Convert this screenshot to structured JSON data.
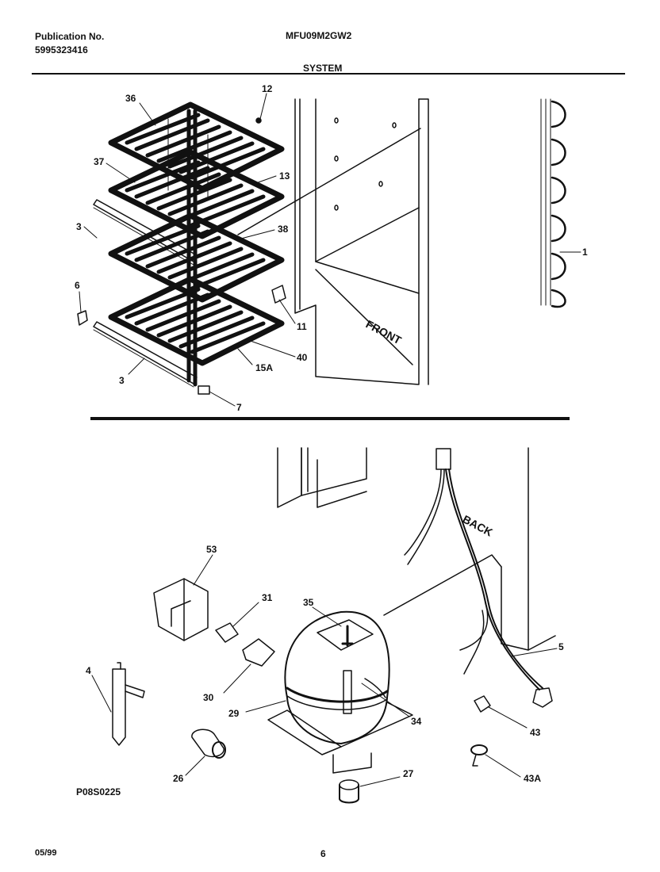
{
  "header": {
    "publication_label": "Publication No.",
    "publication_number": "5995323416",
    "model": "MFU09M2GW2",
    "section": "SYSTEM"
  },
  "callouts": {
    "c36": "36",
    "c12": "12",
    "c37": "37",
    "c13": "13",
    "c3a": "3",
    "c38": "38",
    "c1": "1",
    "c6": "6",
    "c11": "11",
    "c40": "40",
    "c15a": "15A",
    "c3b": "3",
    "c7": "7",
    "c53": "53",
    "c31": "31",
    "c35": "35",
    "c5": "5",
    "c4": "4",
    "c30": "30",
    "c29": "29",
    "c34": "34",
    "c43": "43",
    "c26": "26",
    "c27": "27",
    "c43a": "43A"
  },
  "cabinet_labels": {
    "front": "FRONT",
    "back": "BACK"
  },
  "diagram_code": "P08S0225",
  "footer": {
    "date": "05/99",
    "page": "6"
  }
}
